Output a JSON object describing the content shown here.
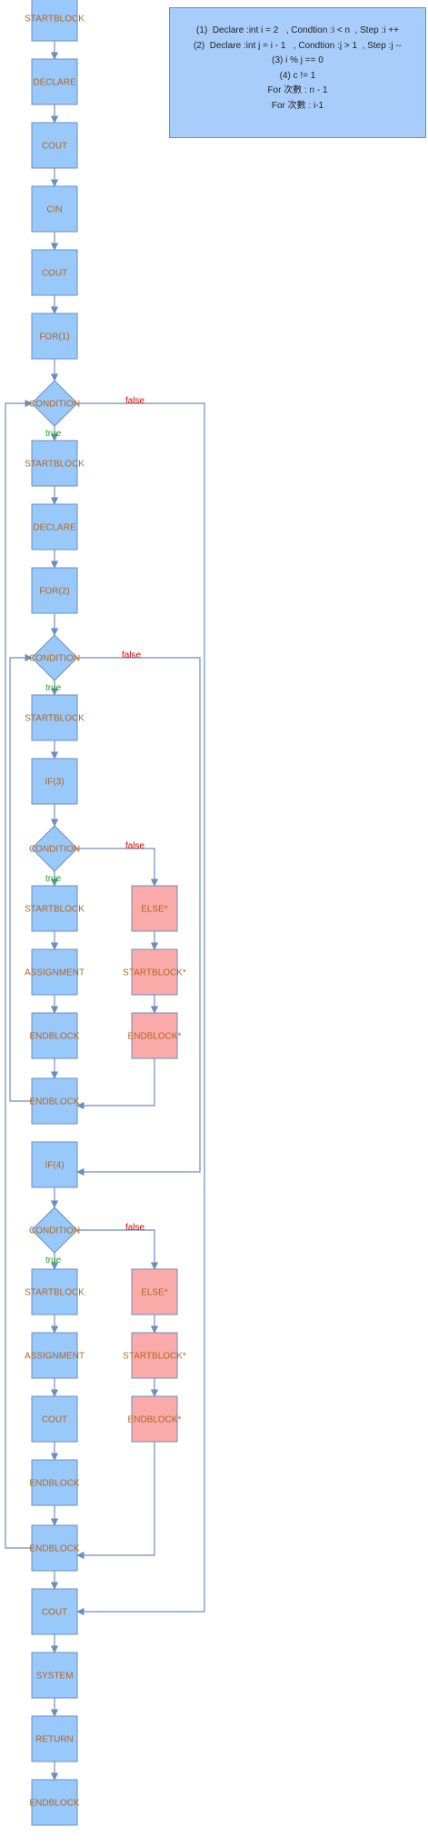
{
  "nodes": {
    "n1": "STARTBLOCK",
    "n2": "DECLARE",
    "n3": "COUT",
    "n4": "CIN",
    "n5": "COUT",
    "n6": "FOR(1)",
    "c1": "CONDITION",
    "n7": "STARTBLOCK",
    "n8": "DECLARE",
    "n9": "FOR(2)",
    "c2": "CONDITION",
    "n10": "STARTBLOCK",
    "n11": "IF(3)",
    "c3": "CONDITION",
    "n12": "STARTBLOCK",
    "n13": "ASSIGNMENT",
    "n14": "ENDBLOCK",
    "n15": "ENDBLOCK",
    "e1": "ELSE*",
    "e2": "STARTBLOCK*",
    "e3": "ENDBLOCK*",
    "n16": "IF(4)",
    "c4": "CONDITION",
    "n17": "STARTBLOCK",
    "n18": "ASSIGNMENT",
    "n19": "COUT",
    "n20": "ENDBLOCK",
    "n21": "ENDBLOCK",
    "e4": "ELSE*",
    "e5": "STARTBLOCK*",
    "e6": "ENDBLOCK*",
    "n22": "COUT",
    "n23": "SYSTEM",
    "n24": "RETURN",
    "n25": "ENDBLOCK"
  },
  "labels": {
    "true": "true",
    "false": "false"
  },
  "legend": {
    "lines": [
      "(1)  Declare :int i = 2   , Condtion :i < n  , Step :i ++",
      "(2)  Declare :int j = i - 1   , Condtion :j > 1  , Step :j --",
      "(3) i % j == 0",
      "(4) c != 1",
      "For 次數 : n - 1",
      "For 次數 : i-1"
    ]
  },
  "colors": {
    "node_fill": "#99c9fb",
    "else_fill": "#fbaaaa",
    "stroke": "#6c8ebf",
    "text": "#b5651d",
    "false_label": "#e00000",
    "true_label": "#1aa31a"
  }
}
